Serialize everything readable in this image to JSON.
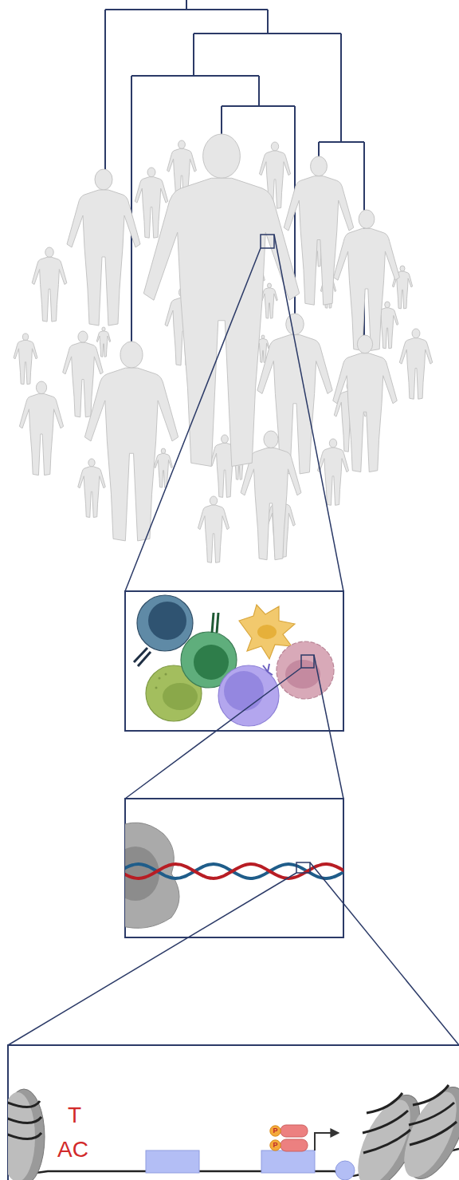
{
  "diagram": {
    "nodes": [
      {
        "text": [
          "P"
        ]
      },
      {
        "text": [
          "P"
        ]
      }
    ],
    "labels": [
      "T",
      "AC"
    ]
  }
}
